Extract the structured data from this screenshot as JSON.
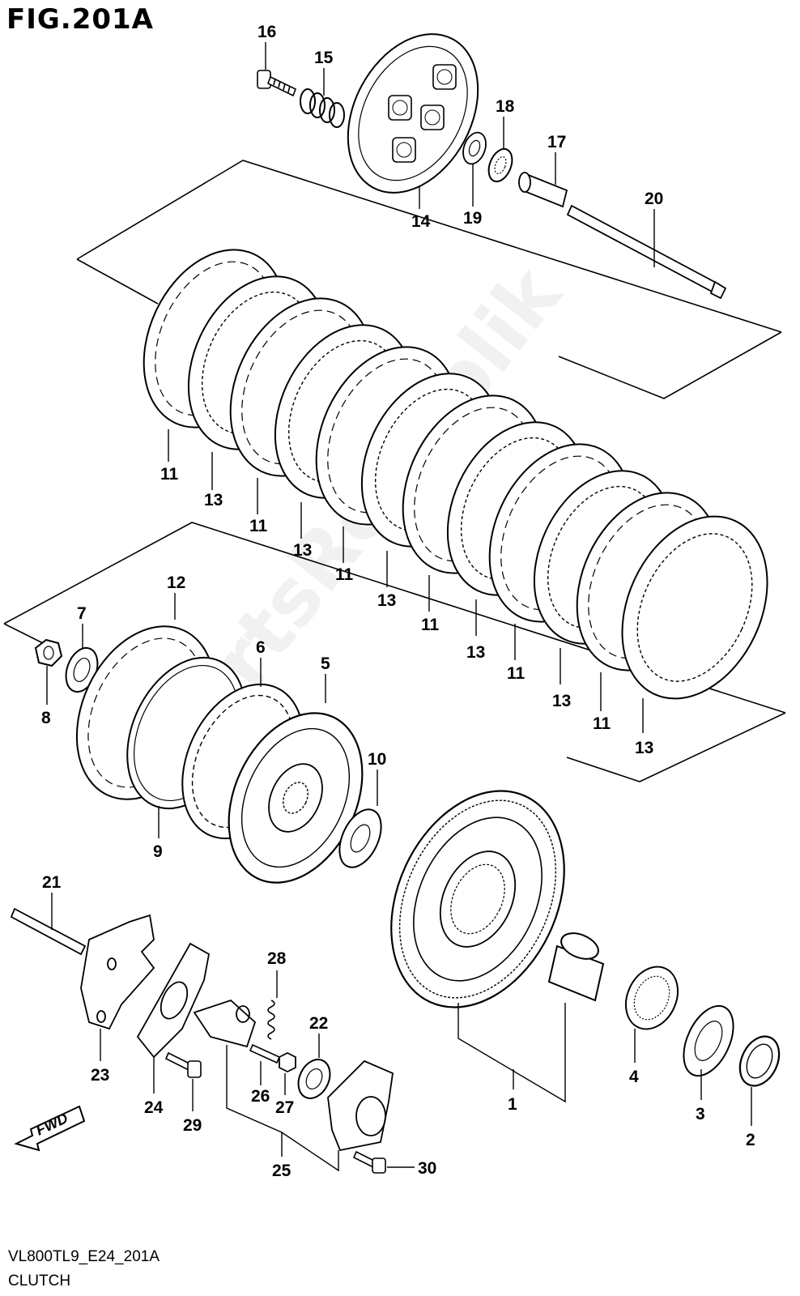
{
  "figure_title": "FIG.201A",
  "footer": {
    "model_code": "VL800TL9_E24_201A",
    "section_name": "CLUTCH"
  },
  "fwd_label": "FWD",
  "watermark": "PartsRepublik",
  "callouts": {
    "c1": "1",
    "c2": "2",
    "c3": "3",
    "c4": "4",
    "c5": "5",
    "c6": "6",
    "c7": "7",
    "c8": "8",
    "c9": "9",
    "c10": "10",
    "c12": "12",
    "c14": "14",
    "c15": "15",
    "c16": "16",
    "c17": "17",
    "c18": "18",
    "c19": "19",
    "c20": "20",
    "c21": "21",
    "c22": "22",
    "c23": "23",
    "c24": "24",
    "c25": "25",
    "c26": "26",
    "c27": "27",
    "c28": "28",
    "c29": "29",
    "c30": "30",
    "plate_11": [
      "11",
      "11",
      "11",
      "11",
      "11",
      "11"
    ],
    "plate_13": [
      "13",
      "13",
      "13",
      "13",
      "13",
      "13"
    ]
  }
}
